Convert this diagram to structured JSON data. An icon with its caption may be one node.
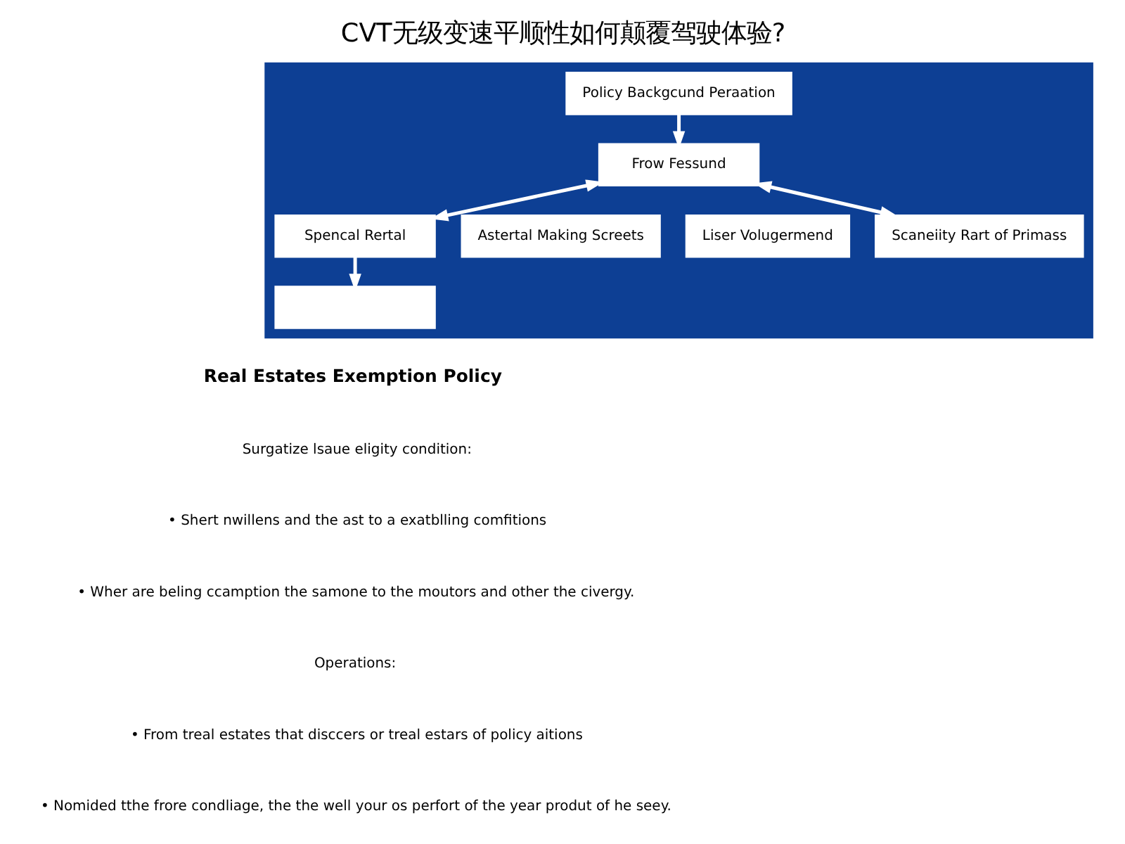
{
  "diagram": {
    "title": "CVT无级变速平顺性如何颠覆驾驶体验?",
    "nodes": [
      {
        "text": [],
        "shape": "box"
      },
      {
        "text": [
          "Policy Backgcund Peraation"
        ],
        "in": 0
      },
      {
        "text": [
          "Frow Fessund"
        ],
        "in": 0
      },
      {
        "text": [
          "Spencal Rertal"
        ],
        "in": 0
      },
      {
        "text": [
          "Astertal Making Screets"
        ],
        "in": 0
      },
      {
        "text": [
          "Liser Volugermend"
        ],
        "in": 0
      },
      {
        "text": [
          "Scaneiity Rart of Primass"
        ],
        "in": 0
      },
      {
        "text": [],
        "shape": "box",
        "in": 0
      }
    ],
    "edges": [
      {
        "from": 1,
        "to": 2,
        "arrow": "to"
      },
      {
        "from": 2,
        "to": 3,
        "arrow": "both"
      },
      {
        "from": 2,
        "to": 6,
        "arrow": "both"
      },
      {
        "from": 3,
        "to": 7,
        "arrow": "to"
      }
    ],
    "labels": [
      "Real Estates Exemption Policy",
      "Surgatize lsaue eligity condition:",
      "• Shert nwillens and the ast to a exatblling comfitions",
      "• Wher are beling ccamption the samone to the moutors and other the civergy.",
      "Operations:",
      "• From treal estates that disccers or treal estars of policy aitions",
      "• Nomided tthe frore condliage, the the well your os perfort of the year produt of he seey."
    ]
  }
}
